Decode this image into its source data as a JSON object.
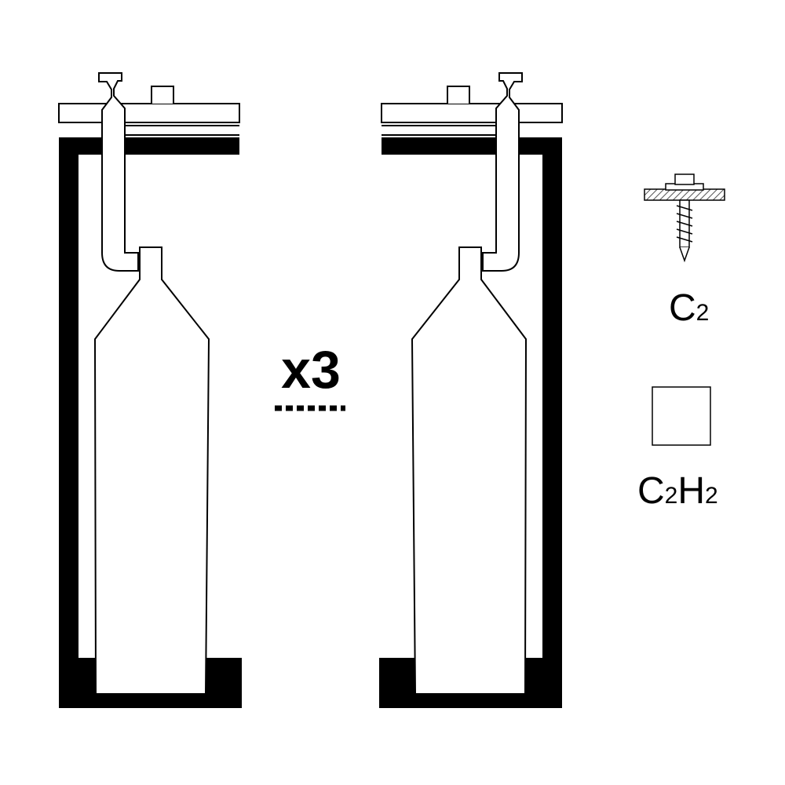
{
  "multiplier": "x3",
  "legend": {
    "screw": {
      "symbol": "C",
      "subscript": "2",
      "icon": "roofing-screw-icon"
    },
    "square": {
      "symbol_1": "C",
      "subscript_1": "2",
      "symbol_2": "H",
      "subscript_2": "2",
      "icon": "square-outline-icon"
    }
  },
  "colors": {
    "ink": "#000000",
    "paper": "#ffffff",
    "hatch": "#555555"
  }
}
